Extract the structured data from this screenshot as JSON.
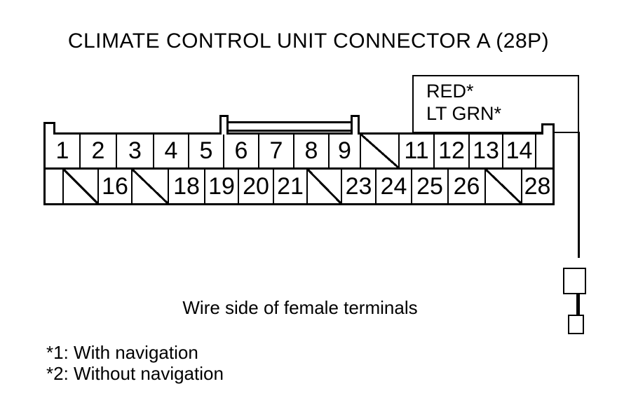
{
  "title": "CLIMATE CONTROL UNIT CONNECTOR A (28P)",
  "wire_color_label": {
    "line1": "RED*",
    "line2": "LT GRN*"
  },
  "connector": {
    "name": "A (28P)",
    "pin_count": 28,
    "top_row": [
      "1",
      "2",
      "3",
      "4",
      "5",
      "6",
      "7",
      "8",
      "9",
      "/",
      "11",
      "12",
      "13",
      "14",
      ""
    ],
    "bottom_row": [
      "",
      "/",
      "16",
      "/",
      "18",
      "19",
      "20",
      "21",
      "/",
      "23",
      "24",
      "25",
      "26",
      "/",
      "28"
    ]
  },
  "caption": "Wire side of female terminals",
  "footnotes": [
    "*1: With navigation",
    "*2: Without navigation"
  ],
  "colors": {
    "line": "#000000",
    "background": "#ffffff"
  }
}
